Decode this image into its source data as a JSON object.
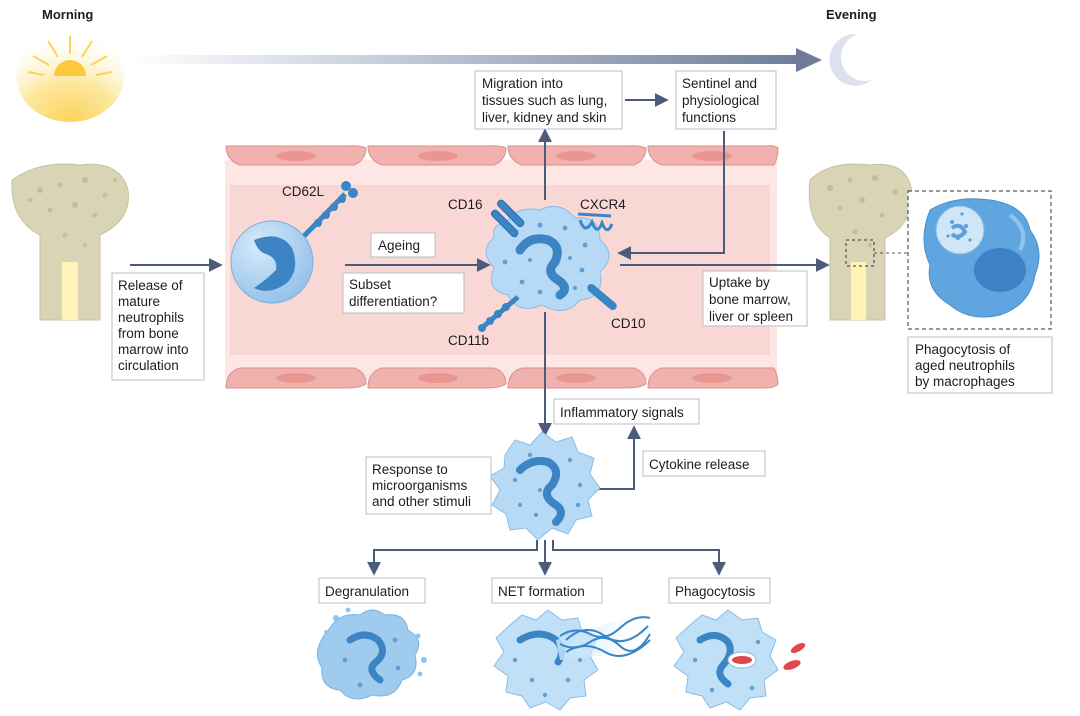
{
  "header": {
    "morning_label": "Morning",
    "evening_label": "Evening"
  },
  "labels": {
    "release": [
      "Release of",
      "mature",
      "neutrophils",
      "from bone",
      "marrow into",
      "circulation"
    ],
    "cd62l": "CD62L",
    "ageing": "Ageing",
    "subset": [
      "Subset",
      "differentiation?"
    ],
    "cd16": "CD16",
    "cxcr4": "CXCR4",
    "cd11b": "CD11b",
    "cd10": "CD10",
    "migration": [
      "Migration into",
      "tissues such as lung,",
      "liver, kidney and skin"
    ],
    "sentinel": [
      "Sentinel and",
      "physiological",
      "functions"
    ],
    "uptake": [
      "Uptake by",
      "bone marrow,",
      "liver or spleen"
    ],
    "phago_macro": [
      "Phagocytosis of",
      "aged neutrophils",
      "by macrophages"
    ],
    "inflammatory": "Inflammatory signals",
    "cytokine": "Cytokine release",
    "response": [
      "Response to",
      "microorganisms",
      "and other stimuli"
    ],
    "degranulation": "Degranulation",
    "net": "NET formation",
    "phagocytosis": "Phagocytosis"
  },
  "colors": {
    "arrow": "#4b5c7a",
    "vessel": "#f9d7d4",
    "vessel_wall": "#efb2ae",
    "cell_fill": "#a7cdf0",
    "cell_dark": "#5f9fd8",
    "receptor": "#3a85c6",
    "bone": "#d9d4b5",
    "marrow": "#fff3b8",
    "sun": "#fbd35c",
    "moon": "#dde0ee"
  }
}
